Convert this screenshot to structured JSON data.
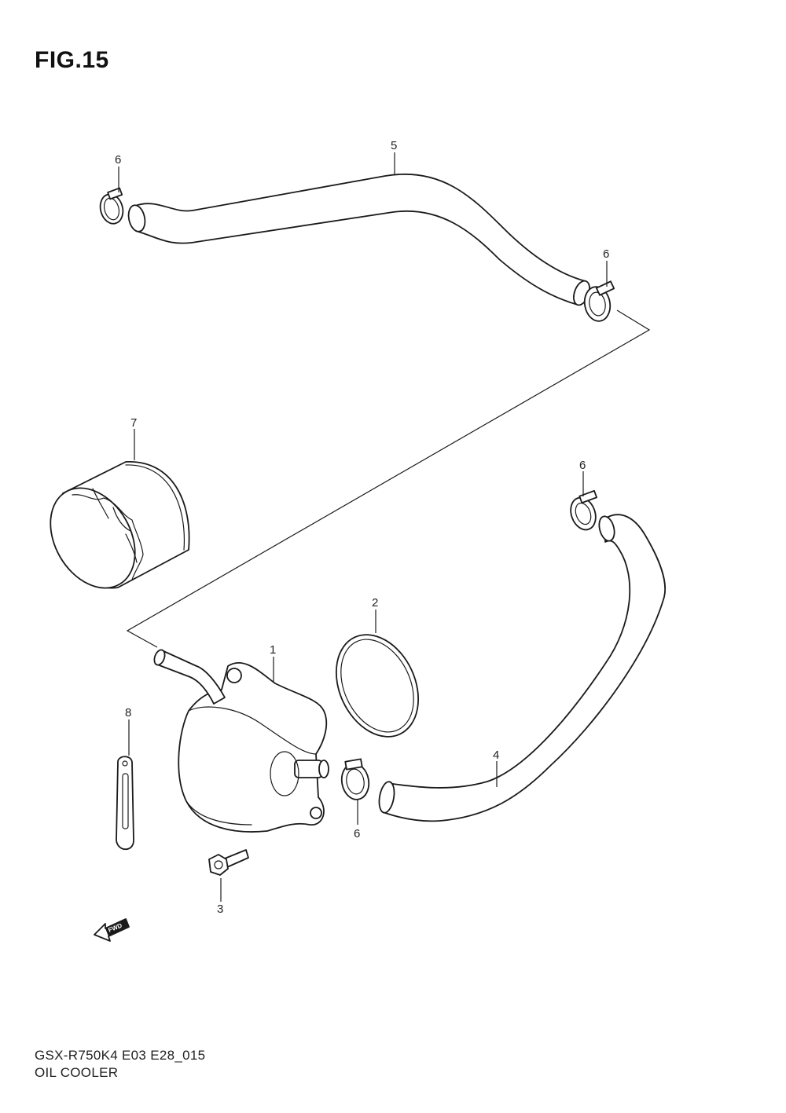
{
  "figure": {
    "title": "FIG.15",
    "model_code": "GSX-R750K4 E03 E28_015",
    "section_name": "OIL COOLER",
    "fwd_label": "FWD"
  },
  "callouts": [
    {
      "key": "oil-cooler",
      "number": "1"
    },
    {
      "key": "o-ring",
      "number": "2"
    },
    {
      "key": "bolt",
      "number": "3"
    },
    {
      "key": "hose-lower",
      "number": "4"
    },
    {
      "key": "hose-upper",
      "number": "5"
    },
    {
      "key": "clamp-upper-left",
      "number": "6"
    },
    {
      "key": "clamp-upper-right",
      "number": "6"
    },
    {
      "key": "clamp-right",
      "number": "6"
    },
    {
      "key": "clamp-lower",
      "number": "6"
    },
    {
      "key": "oil-filter",
      "number": "7"
    },
    {
      "key": "bracket",
      "number": "8"
    }
  ]
}
